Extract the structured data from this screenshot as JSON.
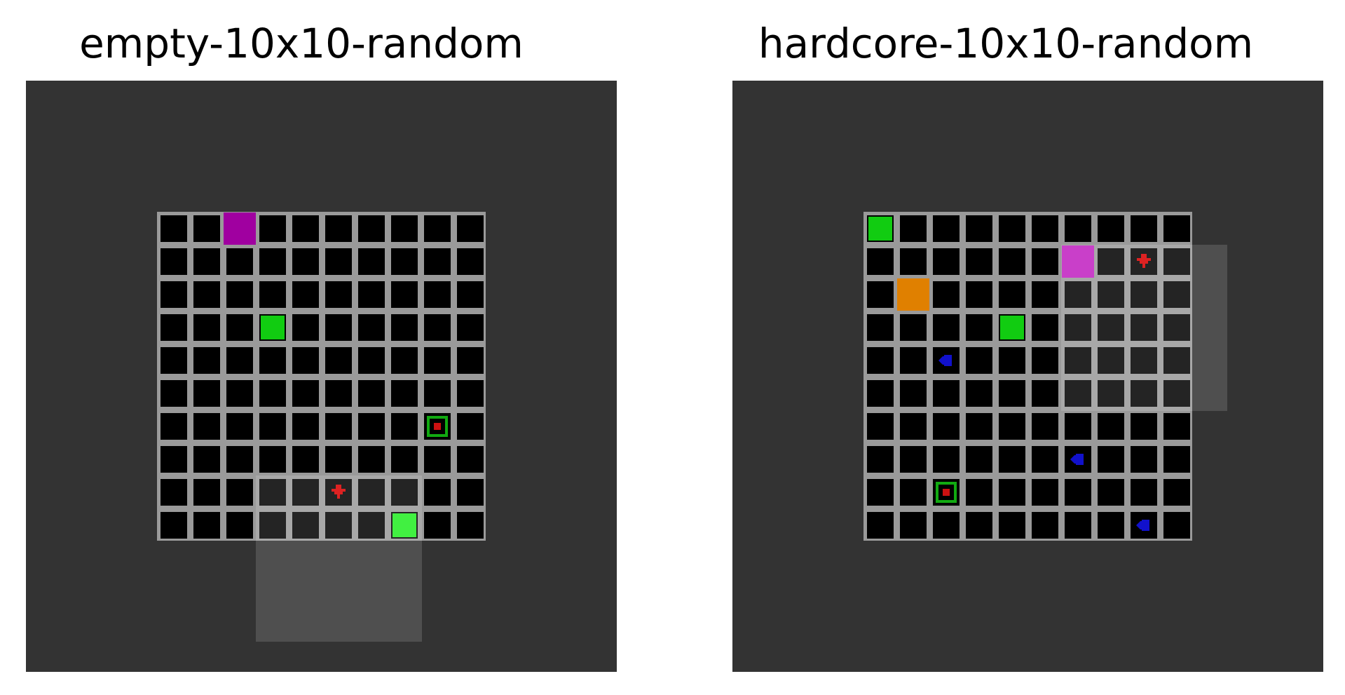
{
  "panels": [
    {
      "title": "empty-10x10-random",
      "grid_size": 10,
      "background_color": "#333333",
      "cell_color": "#000000",
      "gridline_color": "#9a9a9a",
      "agent": {
        "col": 5,
        "row": 8,
        "direction": "down",
        "color": "#dd2222"
      },
      "agent_view": {
        "col": 3,
        "row": 8,
        "cols": 5,
        "rows": 5
      },
      "objects": [
        {
          "type": "ball",
          "col": 2,
          "row": 0,
          "color": "#a000a0"
        },
        {
          "type": "goal",
          "col": 3,
          "row": 3,
          "color": "#11cc11"
        },
        {
          "type": "key-box",
          "col": 8,
          "row": 6,
          "color": "#11aa11"
        },
        {
          "type": "goal",
          "col": 7,
          "row": 9,
          "color": "#22ee22"
        }
      ]
    },
    {
      "title": "hardcore-10x10-random",
      "grid_size": 10,
      "background_color": "#333333",
      "cell_color": "#000000",
      "gridline_color": "#9a9a9a",
      "agent": {
        "col": 8,
        "row": 1,
        "direction": "down",
        "color": "#dd2222"
      },
      "agent_view": {
        "col": 6,
        "row": 1,
        "cols": 5,
        "rows": 5
      },
      "objects": [
        {
          "type": "goal",
          "col": 0,
          "row": 0,
          "color": "#11cc11"
        },
        {
          "type": "ball",
          "col": 6,
          "row": 1,
          "color": "#c020c0"
        },
        {
          "type": "box",
          "col": 1,
          "row": 2,
          "color": "#e08000"
        },
        {
          "type": "goal",
          "col": 4,
          "row": 3,
          "color": "#11cc11"
        },
        {
          "type": "enemy",
          "col": 2,
          "row": 4,
          "color": "#1111cc"
        },
        {
          "type": "enemy",
          "col": 6,
          "row": 7,
          "color": "#1111cc"
        },
        {
          "type": "key-box",
          "col": 2,
          "row": 8,
          "color": "#11aa11"
        },
        {
          "type": "enemy",
          "col": 8,
          "row": 9,
          "color": "#1111cc"
        }
      ]
    }
  ]
}
